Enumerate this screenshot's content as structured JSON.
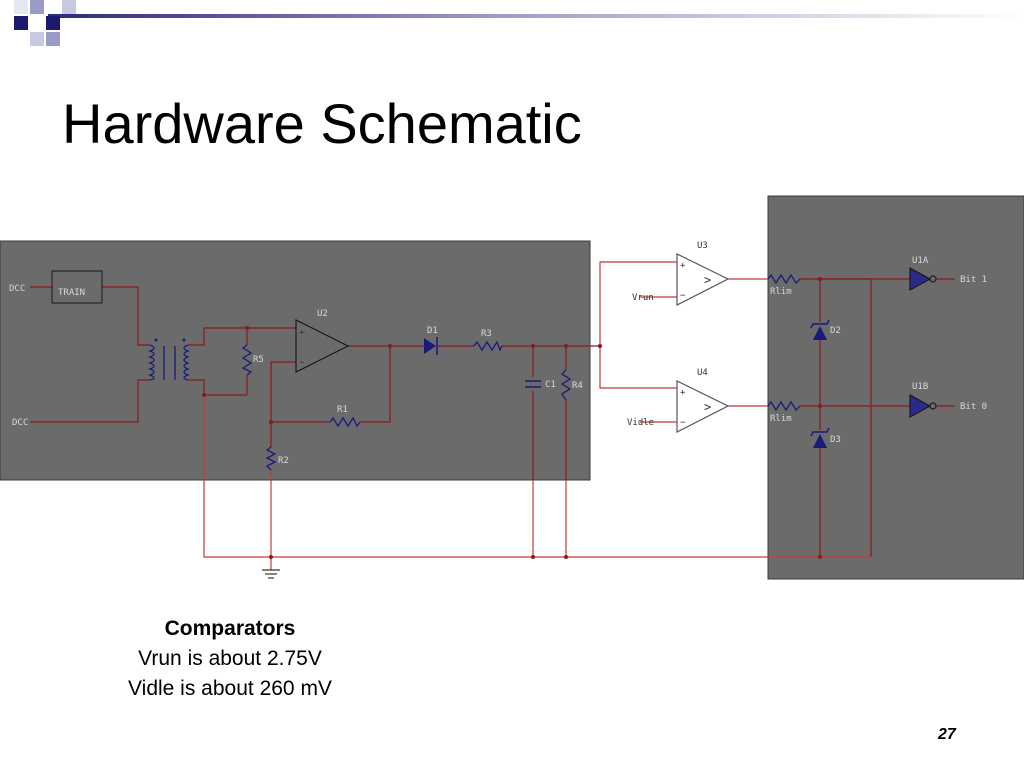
{
  "slide": {
    "title": "Hardware Schematic",
    "page_number": "27"
  },
  "caption": {
    "title": "Comparators",
    "line1": "Vrun is about 2.75V",
    "line2": "Vidle is about 260 mV"
  },
  "schematic": {
    "inputs": {
      "dcc_top": "DCC",
      "dcc_bottom": "DCC",
      "train": "TRAIN"
    },
    "components": {
      "u2": "U2",
      "u3": "U3",
      "u4": "U4",
      "u1a": "U1A",
      "u1b": "U1B",
      "d1": "D1",
      "d2": "D2",
      "d3": "D3",
      "r1": "R1",
      "r2": "R2",
      "r3": "R3",
      "r4": "R4",
      "r5": "R5",
      "c1": "C1",
      "rlim_top": "Rlim",
      "rlim_bottom": "Rlim"
    },
    "references": {
      "vrun": "Vrun",
      "vidle": "Vidle"
    },
    "outputs": {
      "bit1": "Bit 1",
      "bit0": "Bit 0"
    },
    "opamp_symbols": {
      "plus": "+",
      "minus": "−",
      "compare": ">"
    }
  },
  "colors": {
    "panel": "#6b6b6b",
    "wire": "#c23a3a",
    "wire_dark": "#8a1a1a",
    "component": "#1a1a7a",
    "header_dark": "#1a1a6e"
  }
}
